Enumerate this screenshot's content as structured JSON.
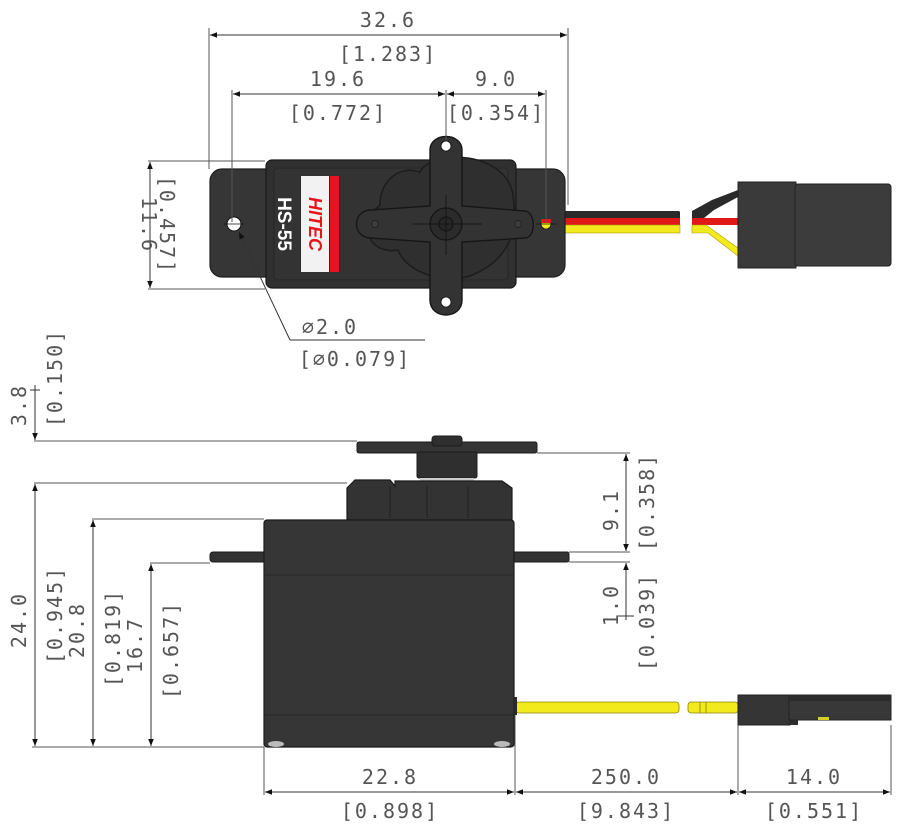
{
  "model": "HS-55",
  "brand": "HITEC",
  "colors": {
    "body": "#363636",
    "wire_black": "#2a2a2a",
    "wire_red": "#e01818",
    "wire_yellow": "#f2ea1c",
    "brand_red": "#e8141c"
  },
  "top_view": {
    "overall_width": {
      "mm": "32.6",
      "in": "[1.283]"
    },
    "hole_to_spline": {
      "mm": "19.6",
      "in": "[0.772]"
    },
    "spline_to_hole": {
      "mm": "9.0",
      "in": "[0.354]"
    },
    "body_width": {
      "mm": "11.6",
      "in": "[0.457]"
    },
    "hole_diameter": {
      "mm": "∅2.0",
      "in": "[∅0.079]"
    }
  },
  "side_view": {
    "horn_height": {
      "mm": "3.8",
      "in": "[0.150]"
    },
    "total_height": {
      "mm": "24.0",
      "in": "[0.945]"
    },
    "body_height": {
      "mm": "20.8",
      "in": "[0.819]"
    },
    "tab_height": {
      "mm": "16.7",
      "in": "[0.657]"
    },
    "tab_to_horn": {
      "mm": "9.1",
      "in": "[0.358]"
    },
    "tab_thickness": {
      "mm": "1.0",
      "in": "[0.039]"
    },
    "body_length": {
      "mm": "22.8",
      "in": "[0.898]"
    },
    "cable_length": {
      "mm": "250.0",
      "in": "[9.843]"
    },
    "connector_length": {
      "mm": "14.0",
      "in": "[0.551]"
    }
  }
}
